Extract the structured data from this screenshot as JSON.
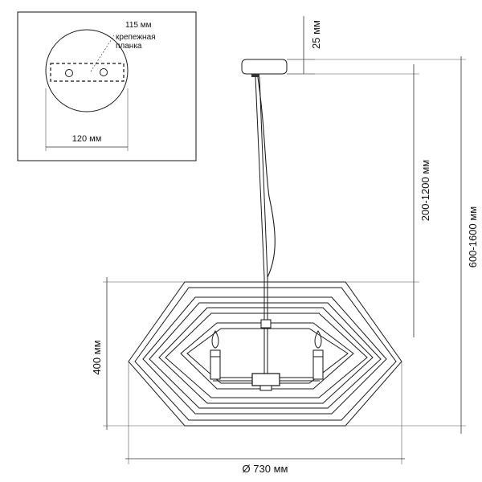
{
  "inset": {
    "plate_width_label": "115 мм",
    "plate_name_line1": "крепежная",
    "plate_name_line2": "планка",
    "canopy_diameter_label": "120 мм"
  },
  "dimensions": {
    "canopy_height": "25 мм",
    "rod_length": "200-1200 мм",
    "total_height": "600-1600 мм",
    "body_height": "400 мм",
    "diameter": "Ø 730 мм"
  }
}
